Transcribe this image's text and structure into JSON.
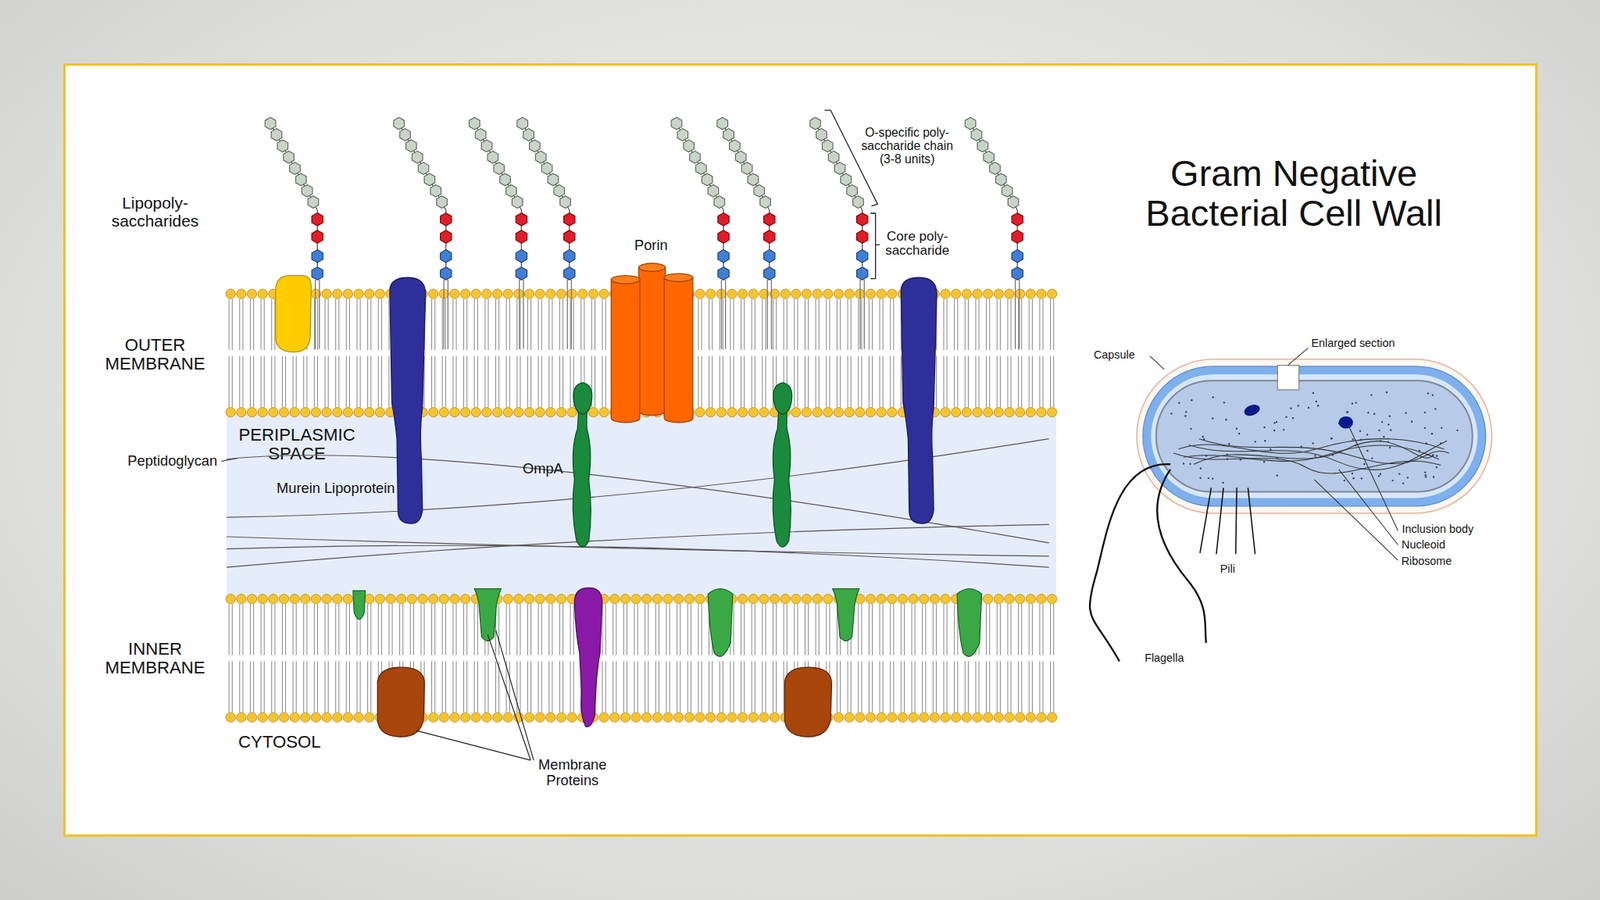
{
  "diagram": {
    "title": "Gram Negative Bacterial Cell Wall",
    "nodes": [
      {
        "text": [
          "PERIPLASMIC SPACE"
        ]
      }
    ],
    "labels": [
      "Lipopoly- saccharides",
      "O-specific poly- saccharide chain (3-8 units)",
      "Core poly- saccharide",
      "Porin",
      "OUTER MEMBRANE",
      "Peptidoglycan",
      "Murein Lipoprotein",
      "OmpA",
      "INNER MEMBRANE",
      "CYTOSOL",
      "Membrane Proteins",
      "Enlarged section",
      "Capsule",
      "Inclusion body",
      "Nucleoid",
      "Ribosome",
      "Pili",
      "Flagella"
    ]
  }
}
